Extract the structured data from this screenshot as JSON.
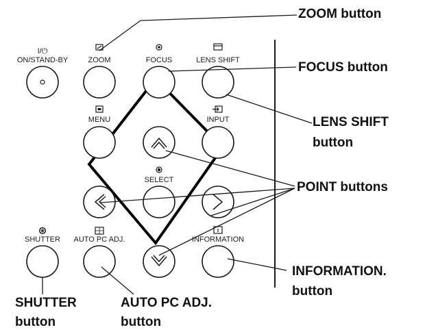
{
  "buttons": {
    "standby": {
      "icon_text": "I/⏻",
      "label": "ON/STAND-BY"
    },
    "zoom": {
      "label": "ZOOM",
      "icon": "zoom-icon"
    },
    "focus": {
      "label": "FOCUS",
      "icon": "focus-icon"
    },
    "lens_shift": {
      "label": "LENS SHIFT",
      "icon": "lens-shift-icon"
    },
    "menu": {
      "label": "MENU",
      "icon": "menu-icon"
    },
    "input": {
      "label": "INPUT",
      "icon": "input-icon"
    },
    "select": {
      "label": "SELECT",
      "icon": "select-icon"
    },
    "shutter": {
      "label": "SHUTTER",
      "icon": "shutter-icon"
    },
    "auto_pc": {
      "label": "AUTO PC ADJ.",
      "icon": "auto-pc-icon"
    },
    "information": {
      "label": "INFORMATION",
      "icon": "information-icon"
    }
  },
  "callouts": {
    "zoom": "ZOOM button",
    "focus": "FOCUS button",
    "lens_shift_1": "LENS SHIFT",
    "lens_shift_2": "button",
    "point": "POINT buttons",
    "information_1": "INFORMATION.",
    "information_2": "button",
    "shutter_1": "SHUTTER",
    "shutter_2": "button",
    "auto_pc_1": "AUTO PC ADJ.",
    "auto_pc_2": "button"
  }
}
